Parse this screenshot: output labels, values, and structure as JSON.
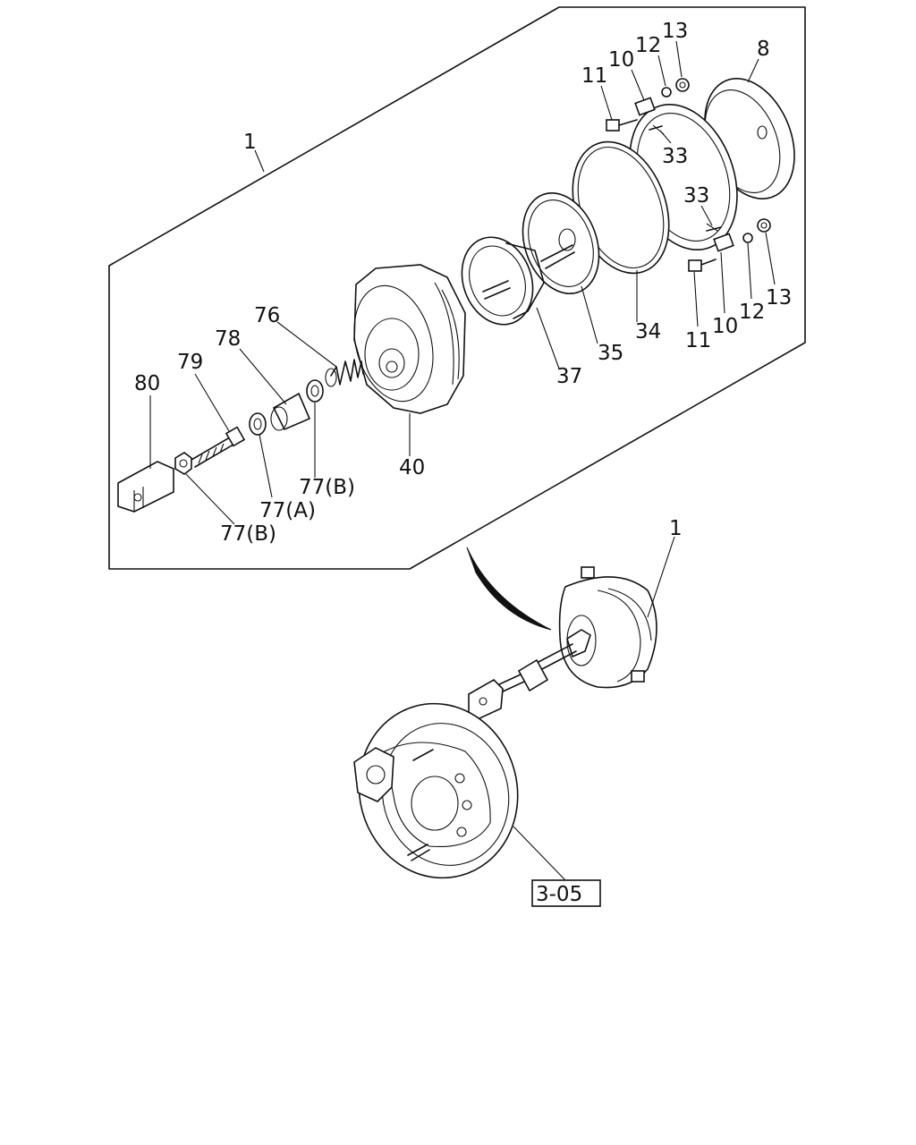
{
  "labels": {
    "l1_top": "1",
    "l1_bottom": "1",
    "l8": "8",
    "l10a": "10",
    "l10b": "10",
    "l11a": "11",
    "l11b": "11",
    "l12a": "12",
    "l12b": "12",
    "l13a": "13",
    "l13b": "13",
    "l33a": "33",
    "l33b": "33",
    "l34": "34",
    "l35": "35",
    "l37": "37",
    "l40": "40",
    "l76": "76",
    "l77A": "77(A)",
    "l77Ba": "77(B)",
    "l77Bb": "77(B)",
    "l78": "78",
    "l79": "79",
    "l80": "80"
  },
  "reference_box": "3-05"
}
